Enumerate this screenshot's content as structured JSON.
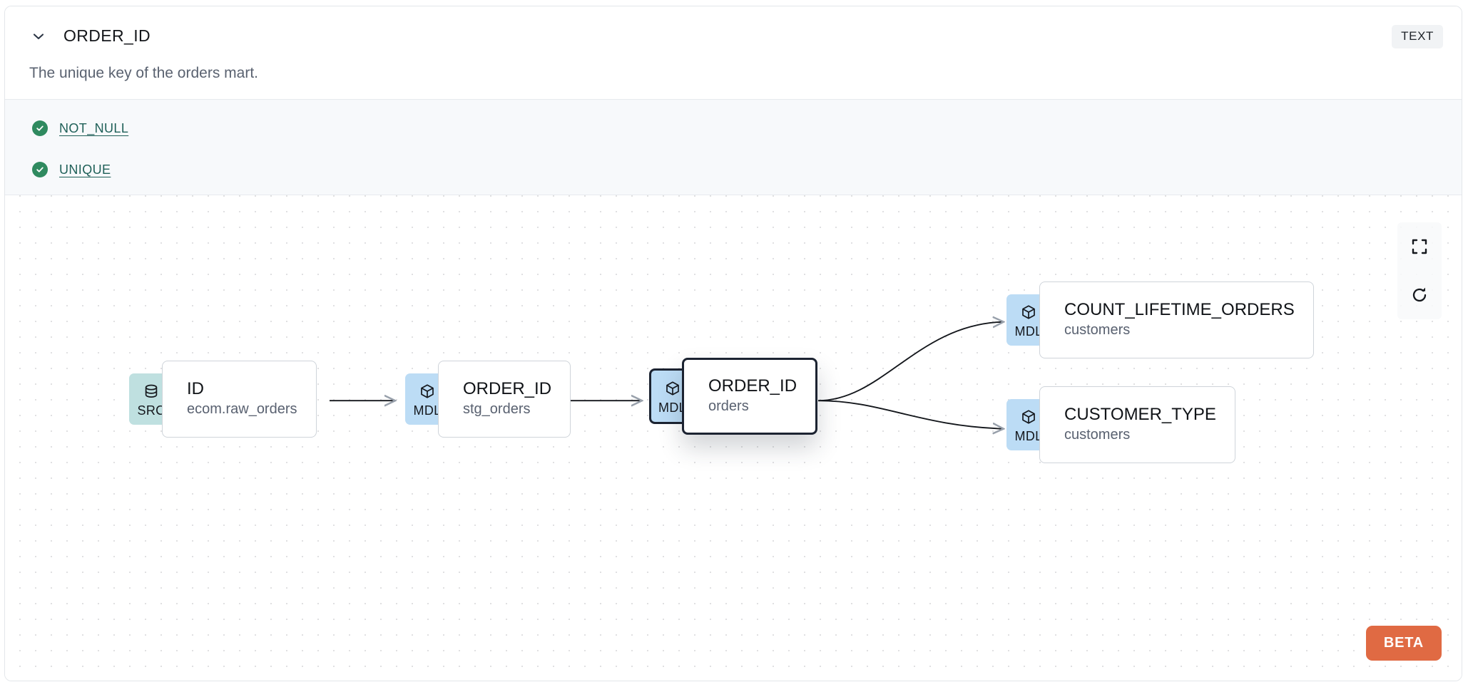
{
  "header": {
    "chevron_icon": "chevron-down-icon",
    "column_name": "ORDER_ID",
    "type_badge": "TEXT",
    "description": "The unique key of the orders mart."
  },
  "tests": [
    {
      "icon": "check-circle-icon",
      "label": "NOT_NULL"
    },
    {
      "icon": "check-circle-icon",
      "label": "UNIQUE"
    }
  ],
  "canvas": {
    "controls": [
      {
        "name": "fit-view-button",
        "icon": "expand-icon"
      },
      {
        "name": "reset-button",
        "icon": "refresh-icon"
      }
    ],
    "beta_badge": "BETA",
    "nodes": [
      {
        "id": "src-id",
        "badge": "SRC",
        "badge_icon": "database-icon",
        "name": "ID",
        "sub": "ecom.raw_orders"
      },
      {
        "id": "stg-order-id",
        "badge": "MDL",
        "badge_icon": "cube-icon",
        "name": "ORDER_ID",
        "sub": "stg_orders"
      },
      {
        "id": "orders-order-id",
        "badge": "MDL",
        "badge_icon": "cube-icon",
        "name": "ORDER_ID",
        "sub": "orders",
        "selected": true
      },
      {
        "id": "count-lifetime-orders",
        "badge": "MDL",
        "badge_icon": "cube-icon",
        "name": "COUNT_LIFETIME_ORDERS",
        "sub": "customers"
      },
      {
        "id": "customer-type",
        "badge": "MDL",
        "badge_icon": "cube-icon",
        "name": "CUSTOMER_TYPE",
        "sub": "customers"
      }
    ]
  },
  "colors": {
    "src_badge": "#bfe0e0",
    "mdl_badge": "#bcdcf5",
    "check_green": "#2f8a5f",
    "link_teal": "#1f6058",
    "beta_orange": "#e06a43",
    "selected_border": "#1c2331",
    "tests_background": "#f7f9fb"
  }
}
